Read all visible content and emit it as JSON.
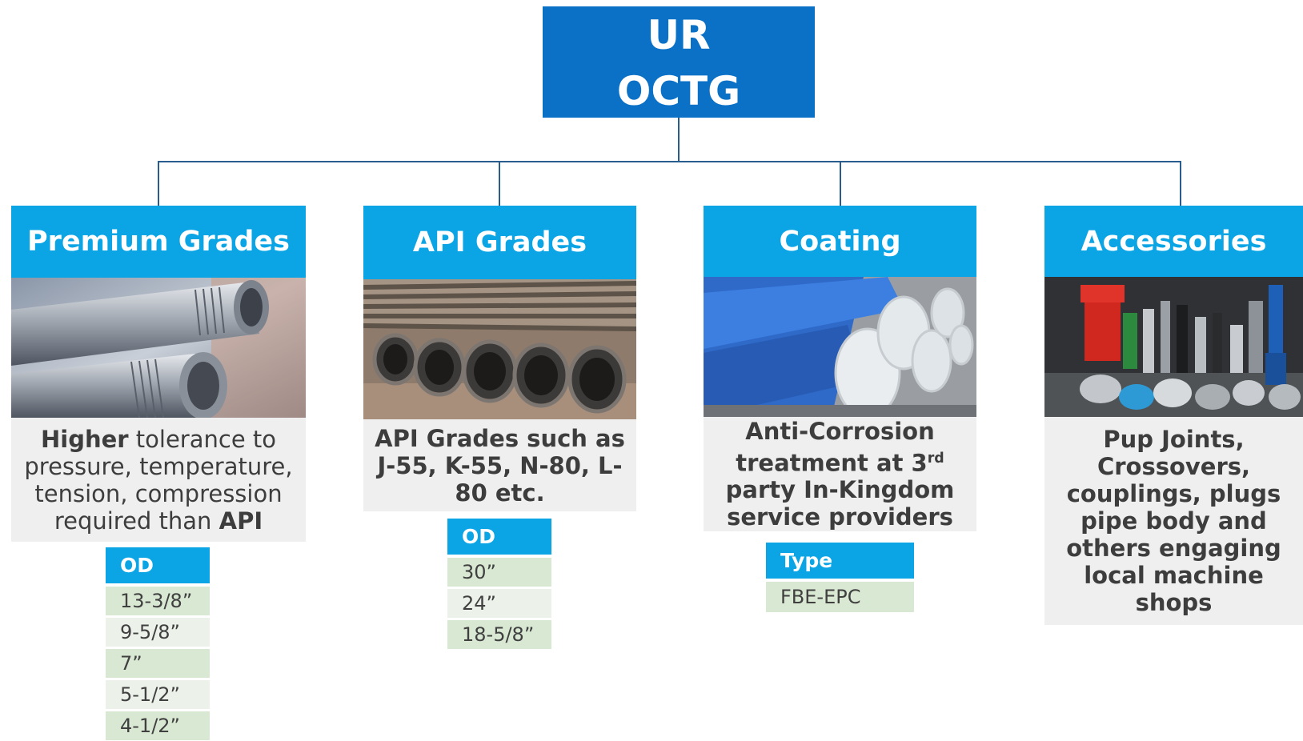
{
  "root": {
    "line1": "UR",
    "line2": "OCTG"
  },
  "categories": [
    {
      "title": "Premium Grades",
      "description_parts": [
        "Higher",
        " tolerance to pressure, temperature, tension, compression required than ",
        "API"
      ],
      "table": {
        "header": "OD",
        "rows": [
          "13-3/8”",
          "9-5/8”",
          "7”",
          "5-1/2”",
          "4-1/2”"
        ]
      }
    },
    {
      "title": "API Grades",
      "description": "API Grades such as J-55, K-55, N-80, L-80 etc.",
      "table": {
        "header": "OD",
        "rows": [
          "30”",
          "24”",
          "18-5/8”"
        ]
      }
    },
    {
      "title": "Coating",
      "description_parts": [
        "Anti-Corrosion treatment at 3",
        "rd",
        " party In-Kingdom service providers"
      ],
      "table": {
        "header": "Type",
        "rows": [
          "FBE-EPC"
        ]
      }
    },
    {
      "title": "Accessories",
      "description": "Pup Joints, Crossovers, couplings, plugs pipe body and others engaging local machine shops"
    }
  ],
  "colors": {
    "root_bg": "#0a71c6",
    "header_bg": "#0ba5e6",
    "connector": "#2a5d8f",
    "desc_bg": "#efefef",
    "row_dark": "#d9e8d3",
    "row_light": "#ecf2ea"
  }
}
